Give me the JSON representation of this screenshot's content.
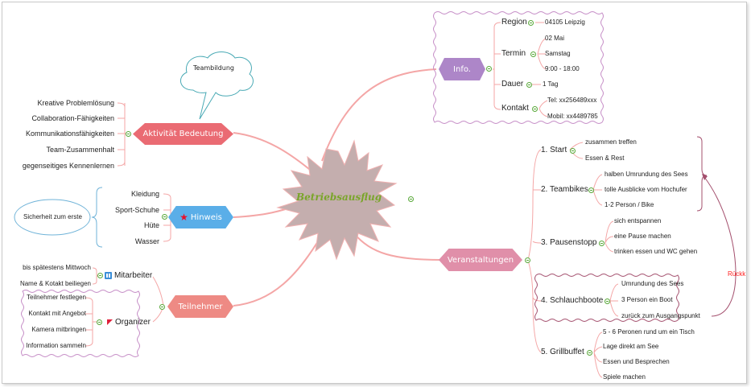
{
  "central_topic": {
    "label": "Betriebsausflug"
  },
  "colors": {
    "branch_line": "#f4a6a6",
    "collapse_green": "#59a83a",
    "aktivitaet": "#ea6b73",
    "hinweis": "#5aaee8",
    "teilnehmer": "#ee8a84",
    "info": "#ad86c8",
    "veranstaltungen": "#e08fa9",
    "central_fill": "#c4aeae",
    "boundary": "#c58cc6",
    "relationship": "#a4506e"
  },
  "branches": {
    "aktivitaet": {
      "label": "Aktivität Bedeutung",
      "callout": "Teambildung",
      "children": [
        "Kreative Problemlösung",
        "Collaboration-Fähigkeiten",
        "Kommunikationsfähigkeiten",
        "Team-Zusammenhalt",
        "gegenseitiges Kennenlernen"
      ]
    },
    "hinweis": {
      "label": "Hinweis",
      "icon": "star-icon",
      "summary": "Sicherheit zum erste",
      "children": [
        "Kleidung",
        "Sport-Schuhe",
        "Hüte",
        "Wasser"
      ]
    },
    "teilnehmer": {
      "label": "Teilnehmer",
      "mitarbeiter": {
        "label": "Mitarbeiter",
        "icon": "people-icon",
        "children": [
          "bis spätestens Mittwoch",
          "Name & Kotakt beiliegen"
        ]
      },
      "organizer": {
        "label": "Organizer",
        "icon": "flag-icon",
        "children": [
          "Teilnehmer festlegen",
          "Kontakt mit Angebot",
          "Kamera mitbringen",
          "Information sammeln"
        ]
      }
    },
    "info": {
      "label": "Info.",
      "region": {
        "label": "Region",
        "children": [
          "04105 Leipzig"
        ]
      },
      "termin": {
        "label": "Termin",
        "children": [
          "02 Mai",
          "Samstag",
          "9:00 - 18:00"
        ]
      },
      "dauer": {
        "label": "Dauer",
        "children": [
          "1 Tag"
        ]
      },
      "kontakt": {
        "label": "Kontakt",
        "children": [
          "Tel: xx256489xxx",
          "Mobil: xx4489785"
        ]
      }
    },
    "veranstaltungen": {
      "label": "Veranstaltungen",
      "start": {
        "label": "1. Start",
        "children": [
          "zusammen treffen",
          "Essen & Rest"
        ]
      },
      "teambikes": {
        "label": "2. Teambikes",
        "children": [
          "halben Umrundung des Sees",
          "tolle Ausblicke vom Hochufer",
          "1-2 Person / Bike"
        ]
      },
      "pausenstopp": {
        "label": "3. Pausenstopp",
        "children": [
          "sich entspannen",
          "eine Pause machen",
          "trinken essen und WC gehen"
        ]
      },
      "schlauchboote": {
        "label": "4. Schlauchboote",
        "children": [
          "Umrundung des Sees",
          "3 Person ein Boot",
          "zurück zum Ausgangspunkt"
        ]
      },
      "grillbuffet": {
        "label": "5. Grillbuffet",
        "children": [
          "5 - 6 Peronen rund um ein Tisch",
          "Lage direkt am See",
          "Essen und Besprechen",
          "Spiele machen"
        ]
      },
      "relationship_label": "Rückk"
    }
  }
}
